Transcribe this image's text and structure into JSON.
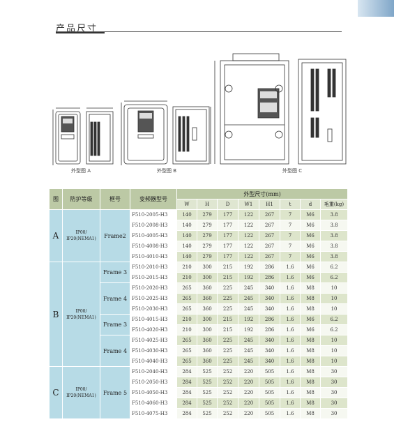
{
  "header": {
    "title": "产品尺寸"
  },
  "figures": [
    {
      "caption": "外型图 A"
    },
    {
      "caption": "外型图 B"
    },
    {
      "caption": "外型图 C"
    }
  ],
  "table": {
    "headers": {
      "figure": "图",
      "protection": "防护等级",
      "frame": "框号",
      "model": "变频器型号",
      "dims_group": "外型尺寸(mm)",
      "dims": [
        "W",
        "H",
        "D",
        "W1",
        "H1",
        "t",
        "d",
        "毛重(kg)"
      ]
    },
    "groups": [
      {
        "figure": "A",
        "protection": "IP00/\nIP20(NEMA1)",
        "frames": [
          {
            "name": "Frame2",
            "rows": [
              {
                "model": "F510-2005-H3",
                "values": [
                  "140",
                  "279",
                  "177",
                  "122",
                  "267",
                  "7",
                  "M6",
                  "3.8"
                ]
              },
              {
                "model": "F510-2008-H3",
                "values": [
                  "140",
                  "279",
                  "177",
                  "122",
                  "267",
                  "7",
                  "M6",
                  "3.8"
                ]
              },
              {
                "model": "F510-4005-H3",
                "values": [
                  "140",
                  "279",
                  "177",
                  "122",
                  "267",
                  "7",
                  "M6",
                  "3.8"
                ]
              },
              {
                "model": "F510-4008-H3",
                "values": [
                  "140",
                  "279",
                  "177",
                  "122",
                  "267",
                  "7",
                  "M6",
                  "3.8"
                ]
              },
              {
                "model": "F510-4010-H3",
                "values": [
                  "140",
                  "279",
                  "177",
                  "122",
                  "267",
                  "7",
                  "M6",
                  "3.8"
                ]
              }
            ]
          }
        ]
      },
      {
        "figure": "B",
        "protection": "IP00/\nIP20(NEMA1)",
        "frames": [
          {
            "name": "Frame 3",
            "rows": [
              {
                "model": "F510-2010-H3",
                "values": [
                  "210",
                  "300",
                  "215",
                  "192",
                  "286",
                  "1.6",
                  "M6",
                  "6.2"
                ]
              },
              {
                "model": "F510-2015-H3",
                "values": [
                  "210",
                  "300",
                  "215",
                  "192",
                  "286",
                  "1.6",
                  "M6",
                  "6.2"
                ]
              }
            ]
          },
          {
            "name": "Frame 4",
            "rows": [
              {
                "model": "F510-2020-H3",
                "values": [
                  "265",
                  "360",
                  "225",
                  "245",
                  "340",
                  "1.6",
                  "M8",
                  "10"
                ]
              },
              {
                "model": "F510-2025-H3",
                "values": [
                  "265",
                  "360",
                  "225",
                  "245",
                  "340",
                  "1.6",
                  "M8",
                  "10"
                ]
              },
              {
                "model": "F510-2030-H3",
                "values": [
                  "265",
                  "360",
                  "225",
                  "245",
                  "340",
                  "1.6",
                  "M8",
                  "10"
                ]
              }
            ]
          },
          {
            "name": "Frame 3",
            "rows": [
              {
                "model": "F510-4015-H3",
                "values": [
                  "210",
                  "300",
                  "215",
                  "192",
                  "286",
                  "1.6",
                  "M6",
                  "6.2"
                ]
              },
              {
                "model": "F510-4020-H3",
                "values": [
                  "210",
                  "300",
                  "215",
                  "192",
                  "286",
                  "1.6",
                  "M6",
                  "6.2"
                ]
              }
            ]
          },
          {
            "name": "Frame 4",
            "rows": [
              {
                "model": "F510-4025-H3",
                "values": [
                  "265",
                  "360",
                  "225",
                  "245",
                  "340",
                  "1.6",
                  "M8",
                  "10"
                ]
              },
              {
                "model": "F510-4030-H3",
                "values": [
                  "265",
                  "360",
                  "225",
                  "245",
                  "340",
                  "1.6",
                  "M8",
                  "10"
                ]
              },
              {
                "model": "F510-4040-H3",
                "values": [
                  "265",
                  "360",
                  "225",
                  "245",
                  "340",
                  "1.6",
                  "M8",
                  "10"
                ]
              }
            ]
          }
        ]
      },
      {
        "figure": "C",
        "protection": "IP00/\nIP20(NEMA1)",
        "frames": [
          {
            "name": "Frame 5",
            "rows": [
              {
                "model": "F510-2040-H3",
                "values": [
                  "284",
                  "525",
                  "252",
                  "220",
                  "505",
                  "1.6",
                  "M8",
                  "30"
                ]
              },
              {
                "model": "F510-2050-H3",
                "values": [
                  "284",
                  "525",
                  "252",
                  "220",
                  "505",
                  "1.6",
                  "M8",
                  "30"
                ]
              },
              {
                "model": "F510-4050-H3",
                "values": [
                  "284",
                  "525",
                  "252",
                  "220",
                  "505",
                  "1.6",
                  "M8",
                  "30"
                ]
              },
              {
                "model": "F510-4060-H3",
                "values": [
                  "284",
                  "525",
                  "252",
                  "220",
                  "505",
                  "1.6",
                  "M8",
                  "30"
                ]
              },
              {
                "model": "F510-4075-H3",
                "values": [
                  "284",
                  "525",
                  "252",
                  "220",
                  "505",
                  "1.6",
                  "M8",
                  "30"
                ]
              }
            ]
          }
        ]
      }
    ]
  }
}
